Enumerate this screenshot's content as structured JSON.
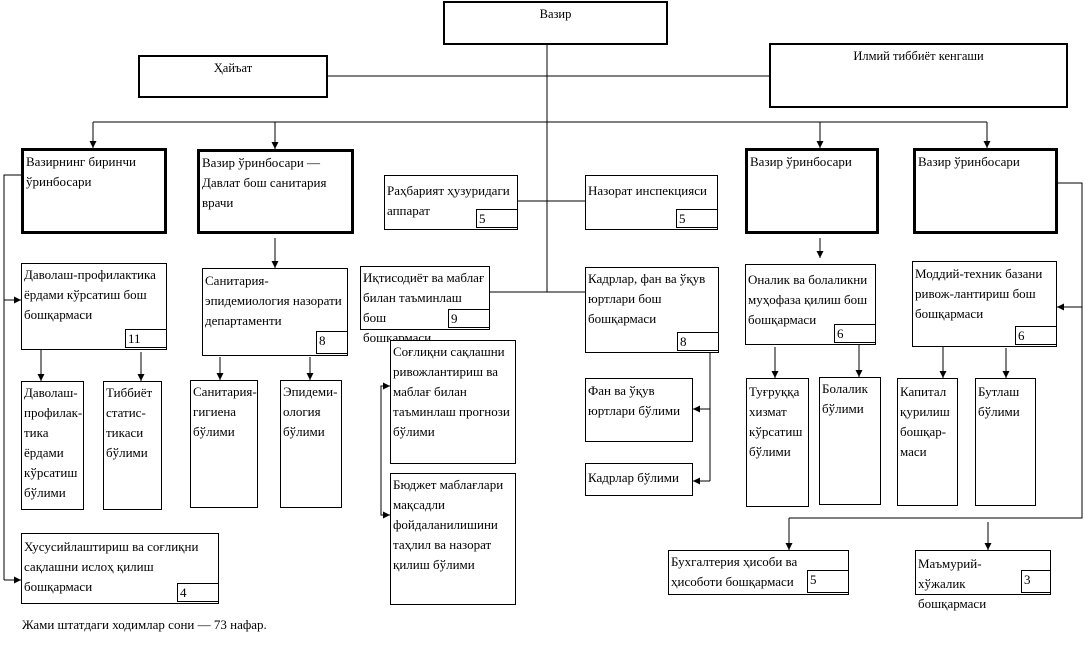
{
  "top": {
    "minister": "Вазир",
    "board": "Ҳайъат",
    "council": "Илмий тиббиёт кенгаши"
  },
  "deputies": {
    "first": "Вазирнинг биринчи ўринбосари",
    "sanitary": "Вазир ўринбосари — Давлат бош санитария врачи",
    "deputy3": "Вазир ўринбосари",
    "deputy4": "Вазир ўринбосари"
  },
  "units": {
    "apparatus": {
      "label": "Раҳбарият ҳузуридаги аппарат",
      "count": "5"
    },
    "inspection": {
      "label": "Назорат инспекцияси",
      "count": "5"
    },
    "economy": {
      "label": "Иқтисодиёт ва маблағ билан таъминлаш бош бошқармаси",
      "count": "9"
    },
    "personnel": {
      "label": "Кадрлар, фан ва ўқув юртлари бош бошқармаси",
      "count": "8"
    },
    "treatment": {
      "label": "Даволаш-профилактика ёрдами кўрсатиш бош бошқармаси",
      "count": "11"
    },
    "sanepid": {
      "label": "Санитария-эпидемиология назорати департаменти",
      "count": "8"
    },
    "maternity": {
      "label": "Оналик ва болаликни муҳофаза қилиш бош бошқармаси",
      "count": "6"
    },
    "material": {
      "label": "Моддий-техник базани ривож-лантириш бош бошқармаси",
      "count": "6"
    },
    "privatization": {
      "label": "Хусусийлаштириш ва соғлиқни сақлашни ислоҳ қилиш бошқармаси",
      "count": "4"
    },
    "accounting": {
      "label": "Бухгалтерия ҳисоби ва ҳисоботи бошқармаси",
      "count": "5"
    },
    "admin": {
      "label": "Маъмурий-хўжалик бошқармаси",
      "count": "3"
    }
  },
  "departments": {
    "treatment_dept": "Даволаш-профилак-тика ёрдами кўрсатиш бўлими",
    "statistics": "Тиббиёт статис-тикаси бўлими",
    "hygiene": "Санитария-гигиена бўлими",
    "epidemiology": "Эпидеми-ология бўлими",
    "forecast": "Соғлиқни сақлашни ривожлантириш ва маблағ билан таъминлаш прогнози бўлими",
    "budget": "Бюджет маблағлари мақсадли фойдаланилишини таҳлил ва назорат қилиш бўлими",
    "science": "Фан ва ўқув юртлари бўлими",
    "cadres": "Кадрлар бўлими",
    "obstetric": "Туғруққа хизмат кўрсатиш бўлими",
    "childhood": "Болалик бўлими",
    "construction": "Капитал қурилиш бошқар-маси",
    "equipment": "Бутлаш бўлими"
  },
  "footer": "Жами штатдаги ходимлар сони — 73 нафар."
}
